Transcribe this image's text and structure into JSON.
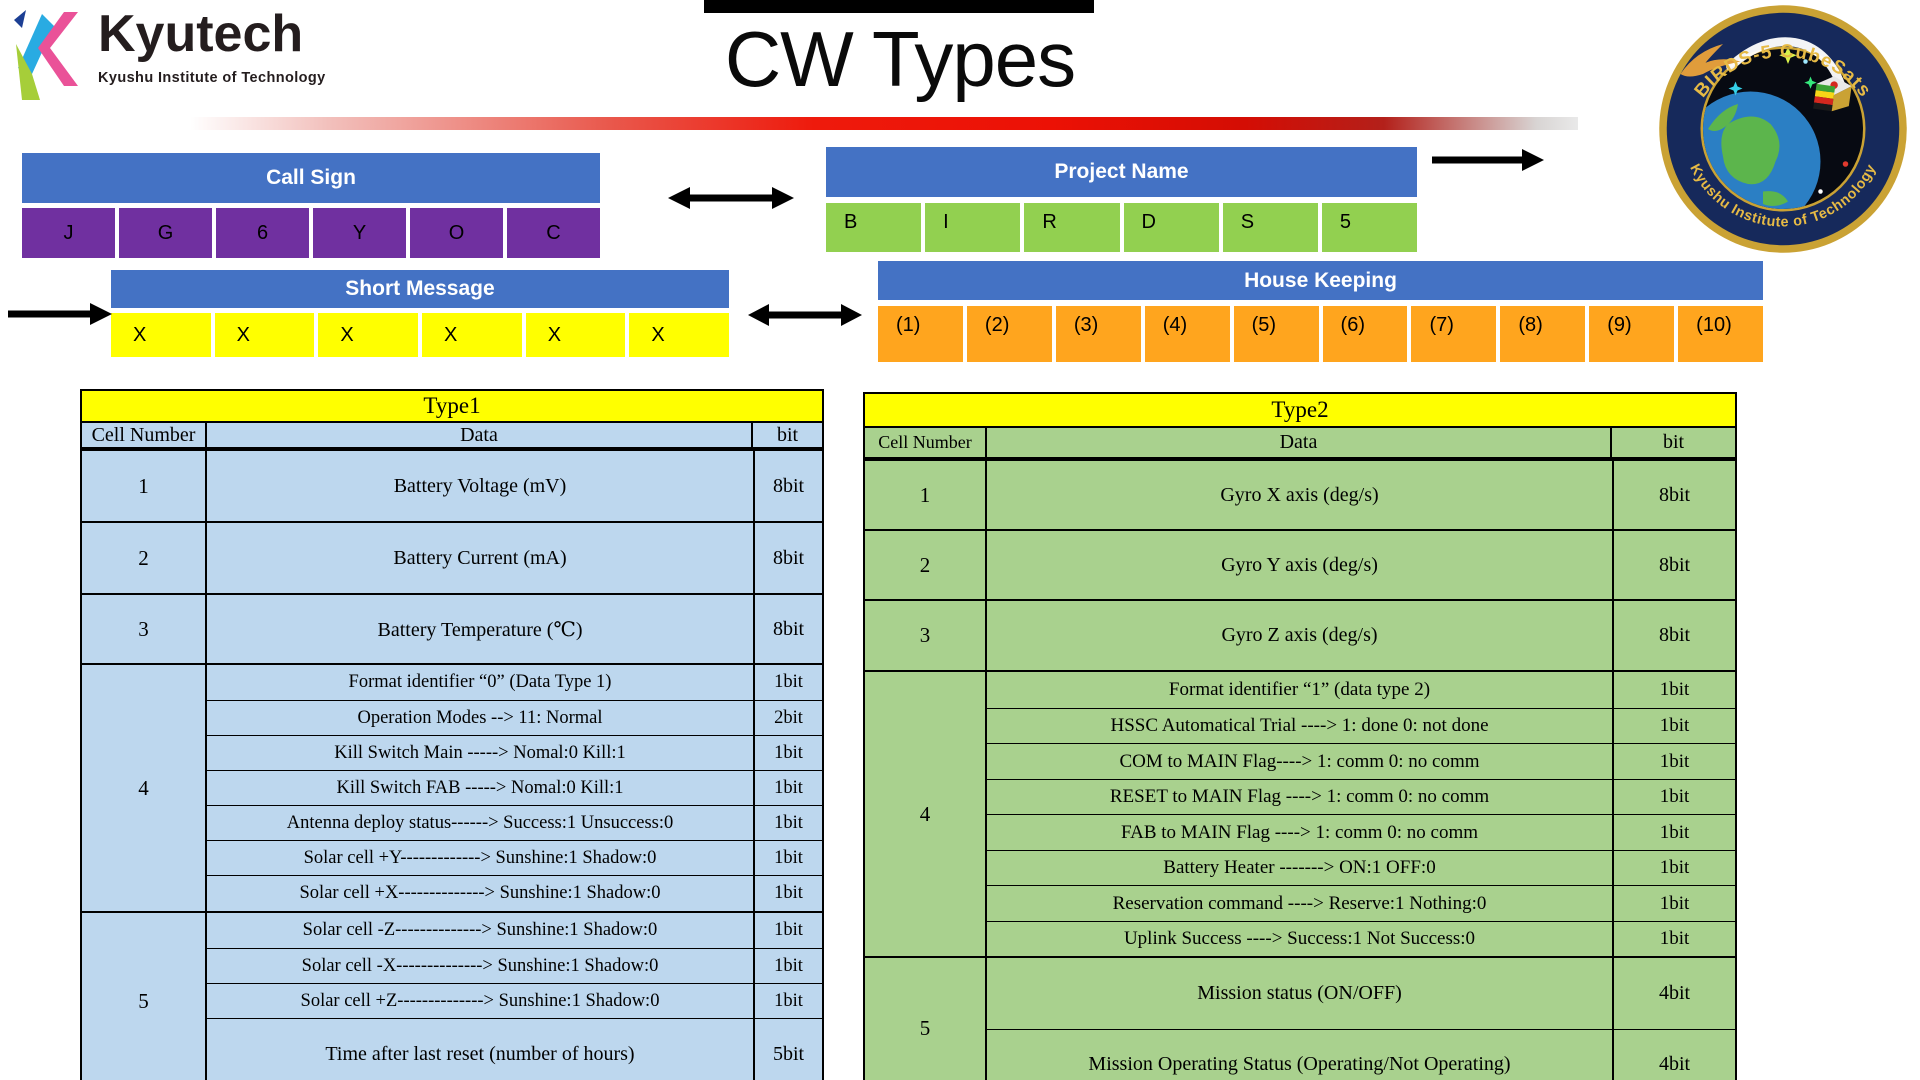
{
  "header": {
    "title": "CW Types",
    "kyutech_logo": {
      "name": "Kyutech",
      "subtitle": "Kyushu Institute of Technology"
    },
    "birds_badge": {
      "top_text": "BIRDS-5 CubeSats",
      "bottom_text": "Kyushu Institute of Technology"
    }
  },
  "colors": {
    "strip_header_blue": "#4472C4",
    "call_sign_purple": "#7030A0",
    "project_name_green": "#92D050",
    "short_message_yellow": "#FFFF00",
    "house_keeping_orange": "#FFA51E",
    "type1_cell_blue": "#BDD7EE",
    "type2_cell_green": "#A9D18E",
    "table_title_yellow": "#FFFF00",
    "red_divider": "#EE1A0C"
  },
  "strips": {
    "call_sign": {
      "label": "Call Sign",
      "cells": [
        "J",
        "G",
        "6",
        "Y",
        "O",
        "C"
      ]
    },
    "project_name": {
      "label": "Project Name",
      "cells": [
        "B",
        "I",
        "R",
        "D",
        "S",
        "5"
      ]
    },
    "short_message": {
      "label": "Short Message",
      "cells": [
        "X",
        "X",
        "X",
        "X",
        "X",
        "X"
      ]
    },
    "house_keeping": {
      "label": "House Keeping",
      "cells": [
        "(1)",
        "(2)",
        "(3)",
        "(4)",
        "(5)",
        "(6)",
        "(7)",
        "(8)",
        "(9)",
        "(10)"
      ]
    }
  },
  "tables": {
    "type1": {
      "title": "Type1",
      "columns": [
        "Cell Number",
        "Data",
        "bit"
      ],
      "groups": [
        {
          "cell": "1",
          "rows": [
            {
              "data": "Battery Voltage (mV)",
              "bit": "8bit"
            }
          ]
        },
        {
          "cell": "2",
          "rows": [
            {
              "data": "Battery Current (mA)",
              "bit": "8bit"
            }
          ]
        },
        {
          "cell": "3",
          "rows": [
            {
              "data": "Battery Temperature (℃)",
              "bit": "8bit"
            }
          ]
        },
        {
          "cell": "4",
          "rows": [
            {
              "data": "Format identifier “0” (Data Type 1)",
              "bit": "1bit"
            },
            {
              "data": "Operation Modes --> 11: Normal",
              "bit": "2bit"
            },
            {
              "data": "Kill Switch Main -----> Nomal:0 Kill:1",
              "bit": "1bit"
            },
            {
              "data": "Kill Switch FAB -----> Nomal:0 Kill:1",
              "bit": "1bit"
            },
            {
              "data": "Antenna deploy status------> Success:1 Unsuccess:0",
              "bit": "1bit"
            },
            {
              "data": "Solar cell +Y-------------> Sunshine:1 Shadow:0",
              "bit": "1bit"
            },
            {
              "data": "Solar cell +X--------------> Sunshine:1 Shadow:0",
              "bit": "1bit"
            }
          ]
        },
        {
          "cell": "5",
          "rows": [
            {
              "data": "Solar cell -Z--------------> Sunshine:1 Shadow:0",
              "bit": "1bit"
            },
            {
              "data": "Solar cell -X--------------> Sunshine:1 Shadow:0",
              "bit": "1bit"
            },
            {
              "data": "Solar cell +Z--------------> Sunshine:1 Shadow:0",
              "bit": "1bit"
            },
            {
              "data": "Time after last reset (number of hours)",
              "bit": "5bit"
            }
          ]
        }
      ]
    },
    "type2": {
      "title": "Type2",
      "columns": [
        "Cell Number",
        "Data",
        "bit"
      ],
      "groups": [
        {
          "cell": "1",
          "rows": [
            {
              "data": "Gyro X axis (deg/s)",
              "bit": "8bit"
            }
          ]
        },
        {
          "cell": "2",
          "rows": [
            {
              "data": "Gyro Y axis (deg/s)",
              "bit": "8bit"
            }
          ]
        },
        {
          "cell": "3",
          "rows": [
            {
              "data": "Gyro Z axis (deg/s)",
              "bit": "8bit"
            }
          ]
        },
        {
          "cell": "4",
          "rows": [
            {
              "data": "Format identifier “1” (data type 2)",
              "bit": "1bit"
            },
            {
              "data": "HSSC Automatical Trial ----> 1: done 0: not done",
              "bit": "1bit"
            },
            {
              "data": "COM to MAIN Flag----> 1: comm 0: no comm",
              "bit": "1bit"
            },
            {
              "data": "RESET to MAIN Flag ----> 1: comm 0: no comm",
              "bit": "1bit"
            },
            {
              "data": "FAB to MAIN Flag ----> 1: comm 0: no comm",
              "bit": "1bit"
            },
            {
              "data": "Battery Heater -------> ON:1 OFF:0",
              "bit": "1bit"
            },
            {
              "data": "Reservation command ---->  Reserve:1  Nothing:0",
              "bit": "1bit"
            },
            {
              "data": "Uplink Success ---->  Success:1  Not Success:0",
              "bit": "1bit"
            }
          ]
        },
        {
          "cell": "5",
          "rows": [
            {
              "data": "Mission status (ON/OFF)",
              "bit": "4bit"
            },
            {
              "data": "Mission Operating Status (Operating/Not Operating)",
              "bit": "4bit"
            }
          ]
        }
      ]
    }
  }
}
